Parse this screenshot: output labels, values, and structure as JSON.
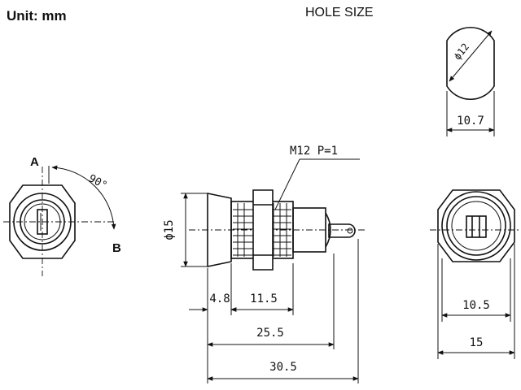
{
  "header": {
    "unit_label": "Unit: mm",
    "hole_size_label": "HOLE SIZE"
  },
  "labels": {
    "point_a": "A",
    "point_b": "B",
    "rotation_angle": "90°",
    "thread_spec": "M12 P=1"
  },
  "dimensions": {
    "hole_diameter": "ϕ12",
    "hole_flat_width": "10.7",
    "body_diameter": "ϕ15",
    "flange_thickness": "4.8",
    "thread_length": "11.5",
    "body_length": "25.5",
    "overall_length": "30.5",
    "rear_inner_width": "10.5",
    "rear_outer_width": "15"
  },
  "icons": {
    "arrow": "arrowhead",
    "keyway": "key-slot-icon"
  }
}
